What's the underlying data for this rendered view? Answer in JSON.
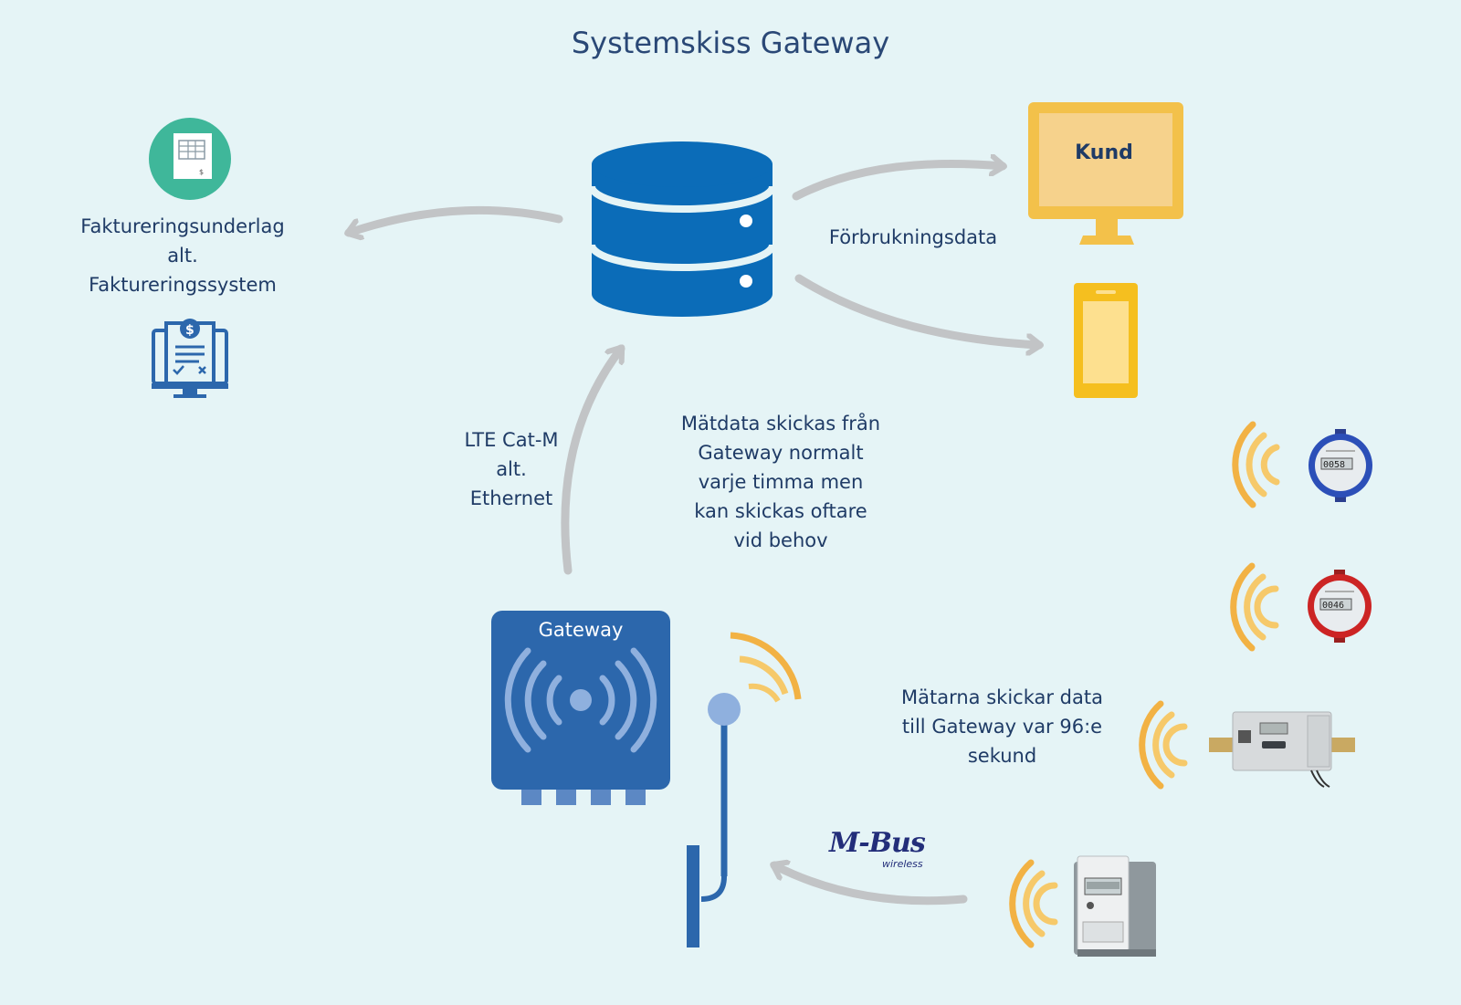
{
  "title": "Systemskiss Gateway",
  "billing": {
    "line1": "Faktureringsunderlag",
    "line2": "alt.",
    "line3": "Faktureringssystem"
  },
  "consumption_label": "Förbrukningsdata",
  "customer_label": "Kund",
  "connection": {
    "line1": "LTE Cat-M",
    "line2": "alt.",
    "line3": "Ethernet"
  },
  "measurement_note": {
    "line1": "Mätdata skickas från",
    "line2": "Gateway normalt",
    "line3": "varje timma men",
    "line4": "kan skickas oftare",
    "line5": "vid behov"
  },
  "meters_note": {
    "line1": "Mätarna skickar data",
    "line2": "till Gateway var 96:e",
    "line3": "sekund"
  },
  "gateway_label": "Gateway",
  "mbus": {
    "logo": "M-Bus",
    "sub": "wireless"
  },
  "meter_readings": {
    "blue_meter": "0058",
    "red_meter": "0046"
  },
  "colors": {
    "background": "#e5f4f6",
    "database_blue": "#0b6cb8",
    "gateway_blue": "#2c67ac",
    "arrow_gray": "#c2c4c6",
    "signal_orange": "#f2b244",
    "screen_yellow": "#f3c14a",
    "text": "#1f3b66"
  },
  "icons": [
    "database-icon",
    "invoice-icon",
    "billing-monitor-icon",
    "monitor-icon",
    "phone-icon",
    "antenna-icon",
    "gateway-box-icon",
    "water-meter-icon",
    "heat-meter-icon",
    "electricity-meter-icon"
  ]
}
